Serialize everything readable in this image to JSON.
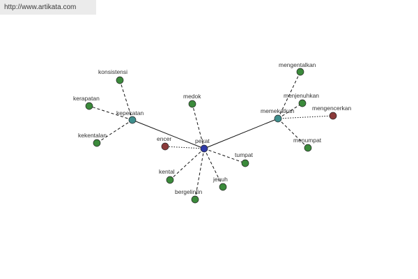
{
  "source_url": "http://www.artikata.com",
  "colors": {
    "center": "#2e3aa8",
    "hub": "#3f8f8d",
    "related": "#3b8a3b",
    "antonym": "#8b3a3a"
  },
  "nodes": [
    {
      "id": "pekat",
      "label": "pekat",
      "kind": "center"
    },
    {
      "id": "kepekatan",
      "label": "kepekatan",
      "kind": "hub"
    },
    {
      "id": "memekatkan",
      "label": "memekatkan",
      "kind": "hub"
    },
    {
      "id": "konsistensi",
      "label": "konsistensi",
      "kind": "related"
    },
    {
      "id": "kerapatan",
      "label": "kerapatan",
      "kind": "related"
    },
    {
      "id": "kekentalan",
      "label": "kekentalan",
      "kind": "related"
    },
    {
      "id": "medok",
      "label": "medok",
      "kind": "related"
    },
    {
      "id": "encer",
      "label": "encer",
      "kind": "antonym"
    },
    {
      "id": "kental",
      "label": "kental",
      "kind": "related"
    },
    {
      "id": "bergelintin",
      "label": "bergelintin",
      "kind": "related"
    },
    {
      "id": "jenuh",
      "label": "jenuh",
      "kind": "related"
    },
    {
      "id": "tumpat",
      "label": "tumpat",
      "kind": "related"
    },
    {
      "id": "mengentalkan",
      "label": "mengentalkan",
      "kind": "related"
    },
    {
      "id": "menjenuhkan",
      "label": "menjenuhkan",
      "kind": "related"
    },
    {
      "id": "mengencerkan",
      "label": "mengencerkan",
      "kind": "antonym"
    },
    {
      "id": "menumpat",
      "label": "menumpat",
      "kind": "related"
    }
  ],
  "edges": [
    {
      "from": "pekat",
      "to": "kepekatan",
      "style": "solid"
    },
    {
      "from": "pekat",
      "to": "memekatkan",
      "style": "solid"
    },
    {
      "from": "kepekatan",
      "to": "konsistensi",
      "style": "dashed"
    },
    {
      "from": "kepekatan",
      "to": "kerapatan",
      "style": "dashed"
    },
    {
      "from": "kepekatan",
      "to": "kekentalan",
      "style": "dashed"
    },
    {
      "from": "pekat",
      "to": "medok",
      "style": "dashed"
    },
    {
      "from": "pekat",
      "to": "encer",
      "style": "dotted"
    },
    {
      "from": "pekat",
      "to": "kental",
      "style": "dashed"
    },
    {
      "from": "pekat",
      "to": "bergelintin",
      "style": "dashed"
    },
    {
      "from": "pekat",
      "to": "jenuh",
      "style": "dashed"
    },
    {
      "from": "pekat",
      "to": "tumpat",
      "style": "dashed"
    },
    {
      "from": "memekatkan",
      "to": "mengentalkan",
      "style": "dashed"
    },
    {
      "from": "memekatkan",
      "to": "menjenuhkan",
      "style": "dashed"
    },
    {
      "from": "memekatkan",
      "to": "mengencerkan",
      "style": "dotted"
    },
    {
      "from": "memekatkan",
      "to": "menumpat",
      "style": "dashed"
    }
  ]
}
